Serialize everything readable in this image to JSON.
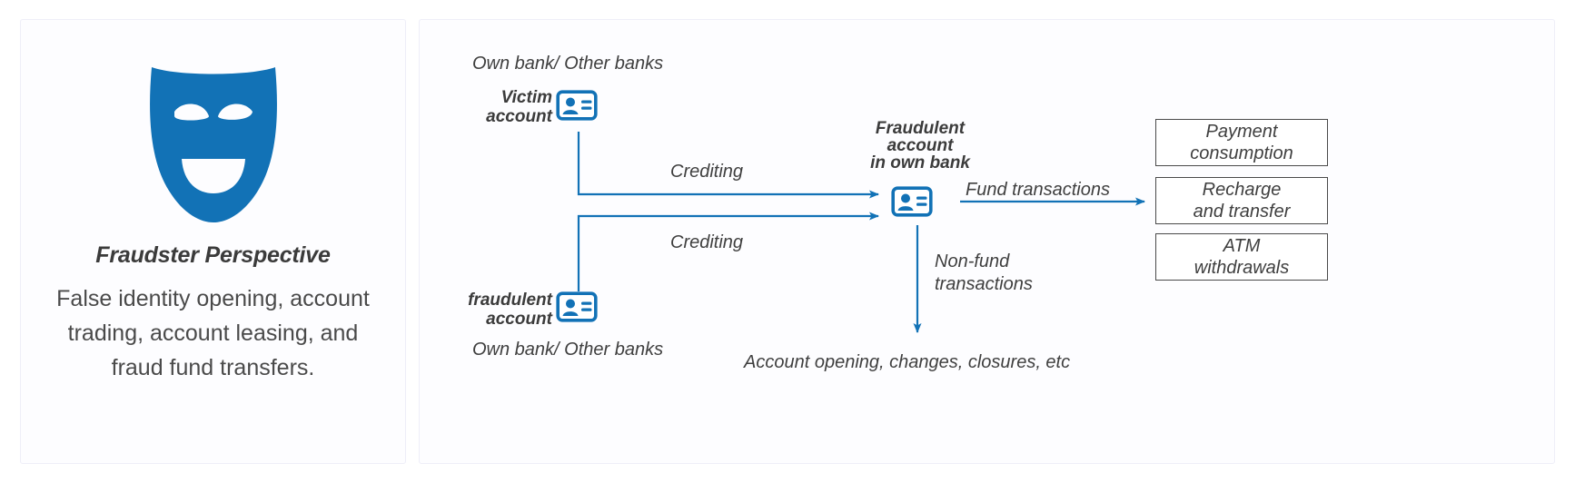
{
  "theme": {
    "brand_blue": "#1272b6",
    "text_dark": "#3b3b3b",
    "text_body": "#4a4a4a",
    "card_border": "#eeeef8",
    "box_border": "#4a4a4a",
    "page_background": "#ffffff"
  },
  "left_panel": {
    "icon": "theater-mask-icon",
    "title": "Fraudster Perspective",
    "body": "False identity opening, account trading, account leasing, and fraud fund transfers."
  },
  "diagram": {
    "bank_label_top": "Own bank/ Other banks",
    "bank_label_bottom": "Own bank/ Other banks",
    "victim_account_label": "Victim\naccount",
    "victim_account_line1": "Victim",
    "victim_account_line2": "account",
    "fraudulent_account_line1": "fraudulent",
    "fraudulent_account_line2": "account",
    "fraud_own_bank_line1": "Fraudulent",
    "fraud_own_bank_line2": "account",
    "fraud_own_bank_line3": "in own bank",
    "crediting_top": "Crediting",
    "crediting_bottom": "Crediting",
    "fund_transactions": "Fund transactions",
    "nonfund_line1": "Non-fund",
    "nonfund_line2": "transactions",
    "bottom_note": "Account opening, changes, closures, etc",
    "icons": {
      "victim": "id-card-icon",
      "fraudulent": "id-card-icon",
      "central": "id-card-icon"
    },
    "outcome_boxes": [
      {
        "line1": "Payment",
        "line2": "consumption"
      },
      {
        "line1": "Recharge",
        "line2": "and  transfer"
      },
      {
        "line1": "ATM",
        "line2": "withdrawals"
      }
    ]
  }
}
